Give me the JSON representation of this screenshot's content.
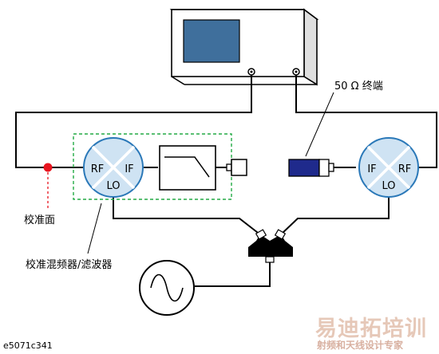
{
  "labels": {
    "calibration_plane": "校准面",
    "calibration_mixer_filter": "校准混频器/滤波器",
    "termination": "50 Ω 终端",
    "figure_id": "e5071c341"
  },
  "mixer_left": {
    "rf": "RF",
    "if": "IF",
    "lo": "LO"
  },
  "mixer_right": {
    "if": "IF",
    "rf": "RF",
    "lo": "LO"
  },
  "watermark": {
    "main": "易迪拓培训",
    "sub": "射频和天线设计专家"
  },
  "colors": {
    "mixer_fill": "#cfe3f3",
    "mixer_stroke": "#2a78b8",
    "calibration_dot": "#e8141e",
    "dashed_box": "#22aa44",
    "termination": "#1f2a8c",
    "screen": "#3f6f9c"
  }
}
